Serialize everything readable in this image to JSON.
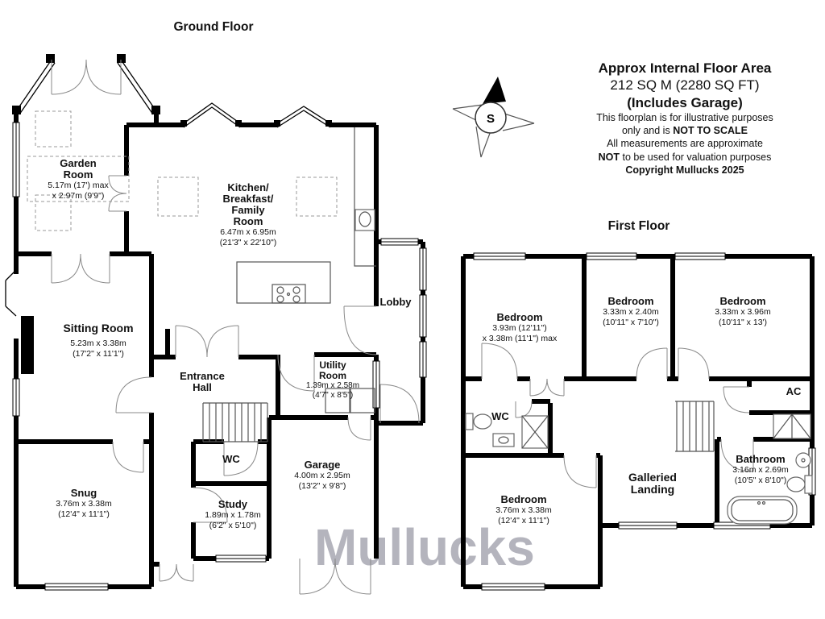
{
  "titles": {
    "ground_floor": "Ground Floor",
    "first_floor": "First Floor"
  },
  "info_box": {
    "heading_line1": "Approx Internal Floor Area",
    "heading_line2": "212 SQ M (2280 SQ FT)",
    "heading_line3": "(Includes Garage)",
    "note_line1": "This floorplan is for illustrative purposes",
    "note_line2_prefix": "only and is ",
    "note_line2_bold": "NOT TO SCALE",
    "note_line3": "All measurements are approximate",
    "note_line4_bold": "NOT",
    "note_line4_suffix": " to be used for valuation purposes",
    "copyright": "Copyright Mullucks 2025"
  },
  "compass": {
    "letter": "S"
  },
  "watermark": "Mullucks",
  "colors": {
    "wall": "#000000",
    "watermark": "#b4b4bd",
    "background": "#ffffff"
  },
  "ground_floor": {
    "rooms": [
      {
        "name": "Garden\nRoom",
        "dims1": "5.17m (17') max",
        "dims2": "x 2.97m (9'9\")"
      },
      {
        "name": "Kitchen/\nBreakfast/\nFamily\nRoom",
        "dims1": "6.47m x 6.95m",
        "dims2": "(21'3\" x 22'10\")"
      },
      {
        "name": "Sitting Room",
        "dims1": "5.23m x 3.38m",
        "dims2": "(17'2\" x 11'1\")"
      },
      {
        "name": "Entrance\nHall"
      },
      {
        "name": "Lobby"
      },
      {
        "name": "Utility\nRoom",
        "dims1": "1.39m x 2.58m",
        "dims2": "(4'7\" x 8'5\")"
      },
      {
        "name": "WC"
      },
      {
        "name": "Study",
        "dims1": "1.89m x 1.78m",
        "dims2": "(6'2\" x 5'10\")"
      },
      {
        "name": "Snug",
        "dims1": "3.76m x 3.38m",
        "dims2": "(12'4\" x 11'1\")"
      },
      {
        "name": "Garage",
        "dims1": "4.00m x 2.95m",
        "dims2": "(13'2\" x 9'8\")"
      }
    ]
  },
  "first_floor": {
    "rooms": [
      {
        "name": "Bedroom",
        "dims1": "3.93m (12'11\")",
        "dims2": "x 3.38m (11'1\") max"
      },
      {
        "name": "Bedroom",
        "dims1": "3.33m x 2.40m",
        "dims2": "(10'11\" x 7'10\")"
      },
      {
        "name": "Bedroom",
        "dims1": "3.33m x 3.96m",
        "dims2": "(10'11\" x 13')"
      },
      {
        "name": "WC"
      },
      {
        "name": "AC"
      },
      {
        "name": "Bathroom",
        "dims1": "3.16m x 2.69m",
        "dims2": "(10'5\" x 8'10\")"
      },
      {
        "name": "Galleried\nLanding"
      },
      {
        "name": "Bedroom",
        "dims1": "3.76m x 3.38m",
        "dims2": "(12'4\" x 11'1\")"
      }
    ]
  }
}
